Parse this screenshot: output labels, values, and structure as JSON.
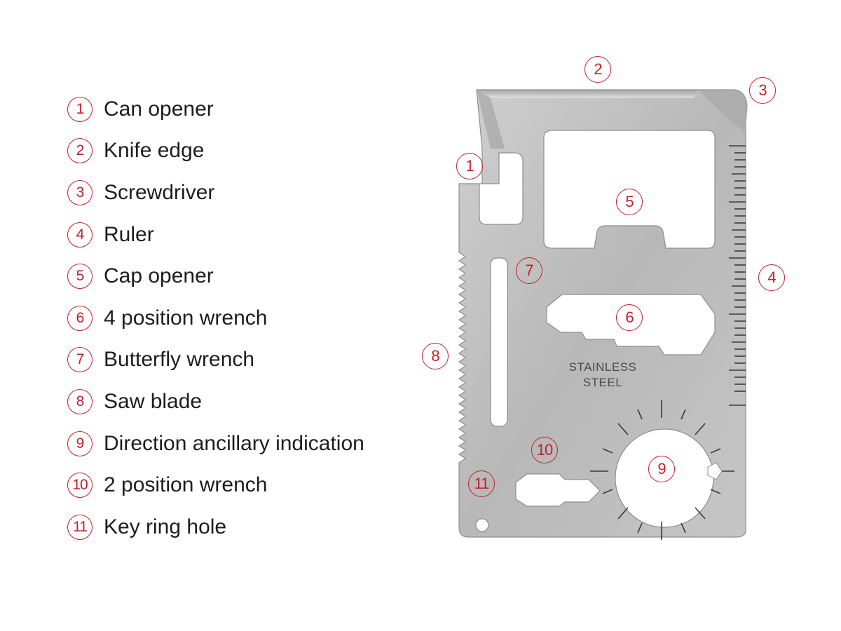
{
  "legend": [
    {
      "num": "1",
      "label": "Can opener"
    },
    {
      "num": "2",
      "label": "Knife edge"
    },
    {
      "num": "3",
      "label": "Screwdriver"
    },
    {
      "num": "4",
      "label": "Ruler"
    },
    {
      "num": "5",
      "label": "Cap opener"
    },
    {
      "num": "6",
      "label": "4 position wrench"
    },
    {
      "num": "7",
      "label": "Butterfly wrench"
    },
    {
      "num": "8",
      "label": "Saw blade"
    },
    {
      "num": "9",
      "label": "Direction ancillary indication"
    },
    {
      "num": "10",
      "label": "2 position wrench"
    },
    {
      "num": "11",
      "label": "Key ring hole"
    }
  ],
  "callouts": [
    "1",
    "2",
    "3",
    "4",
    "5",
    "6",
    "7",
    "8",
    "9",
    "10",
    "11"
  ],
  "card": {
    "engraving_line1": "STAINLESS",
    "engraving_line2": "STEEL"
  },
  "colors": {
    "accent": "#c41f2a",
    "steel": "#bdbdbd",
    "text": "#1d1d1f"
  }
}
